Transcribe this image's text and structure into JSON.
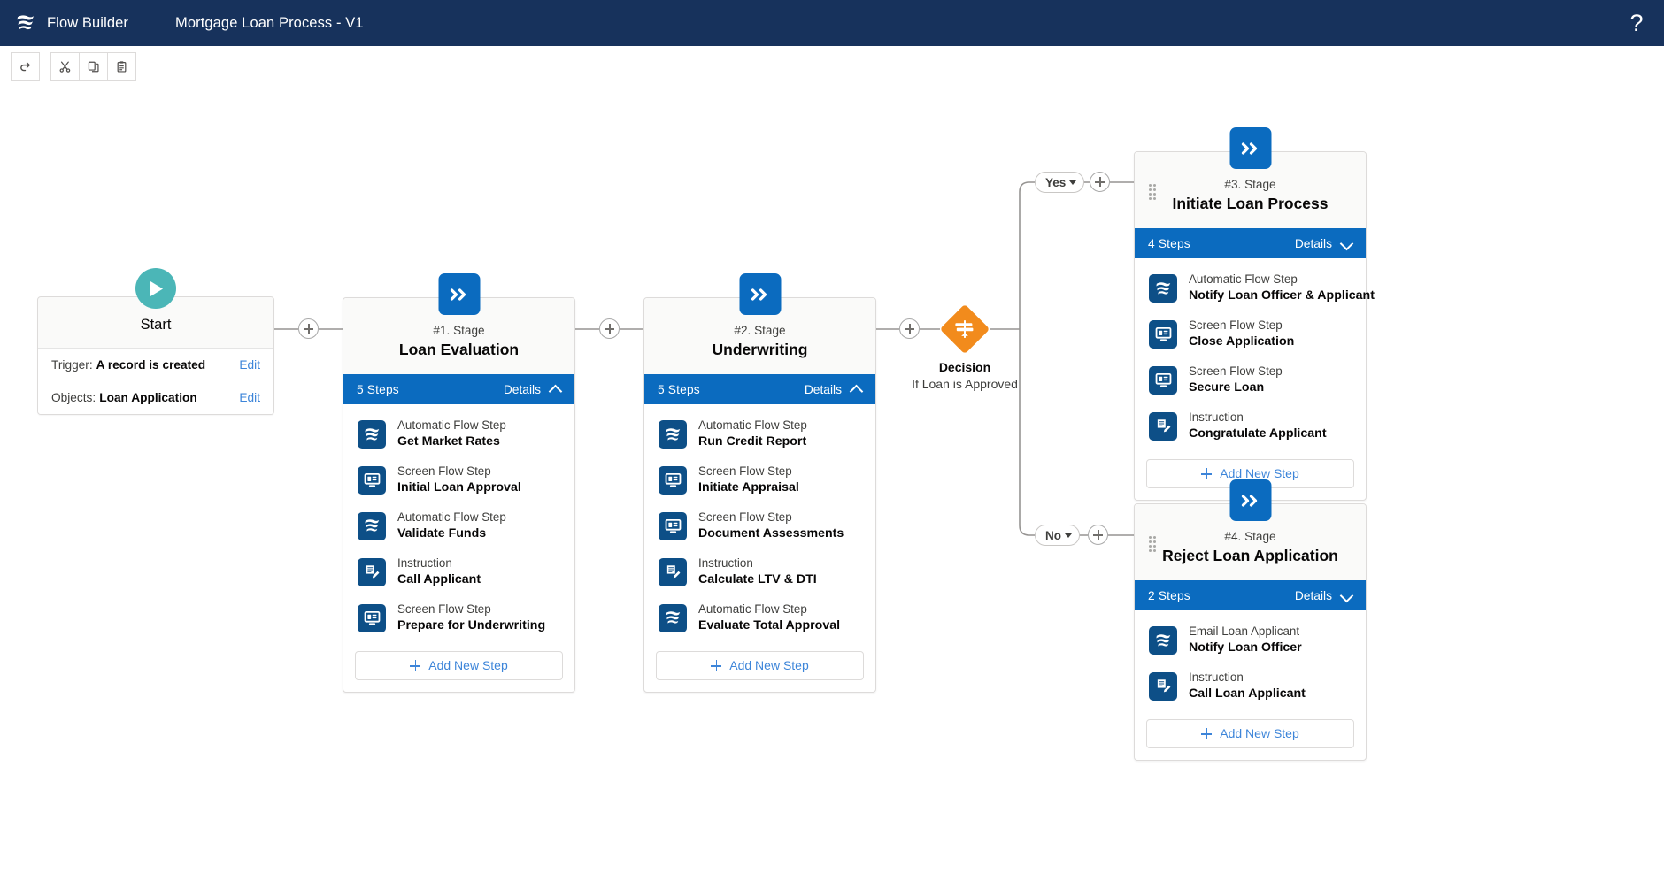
{
  "header": {
    "brand_label": "Flow Builder",
    "brand_icon": "salesforce-flow-logo",
    "flow_title": "Mortgage Loan Process - V1",
    "help_label": "?",
    "brand_bg": "#17325c"
  },
  "toolbar": {
    "buttons": [
      {
        "name": "redo-button",
        "icon": "redo-icon",
        "label": "Redo"
      },
      {
        "name": "cut-button",
        "icon": "scissors-icon",
        "label": "Cut"
      },
      {
        "name": "copy-button",
        "icon": "copy-icon",
        "label": "Copy"
      },
      {
        "name": "paste-button",
        "icon": "clipboard-icon",
        "label": "Paste"
      }
    ]
  },
  "colors": {
    "stage_blue": "#0b6bbf",
    "step_icon_blue": "#0d4f87",
    "decision_orange": "#f28b1c",
    "start_teal": "#4bb6b7",
    "link_blue": "#3d85d9"
  },
  "canvas": {
    "start": {
      "icon": "play-icon",
      "label": "Start",
      "rows": [
        {
          "key": "Trigger:",
          "value": "A record is created",
          "action": "Edit"
        },
        {
          "key": "Objects:",
          "value": "Loan Application",
          "action": "Edit"
        }
      ]
    },
    "decision": {
      "icon": "decision-signpost-icon",
      "title": "Decision",
      "subtitle": "If Loan is Approved",
      "branches": [
        {
          "label": "Yes",
          "name": "branch-pill-yes"
        },
        {
          "label": "No",
          "name": "branch-pill-no"
        }
      ]
    },
    "stages": [
      {
        "icon": "stage-chevrons-icon",
        "number": "#1. Stage",
        "name": "Loan Evaluation",
        "steps_count": "5 Steps",
        "details_label": "Details",
        "expanded": true,
        "chevron": "chevron-up-icon",
        "has_drag_handle": false,
        "add_step_label": "Add New Step",
        "steps": [
          {
            "type": "Automatic Flow Step",
            "name": "Get Market Rates",
            "icon": "automatic-flow-step-icon"
          },
          {
            "type": "Screen Flow Step",
            "name": "Initial Loan Approval",
            "icon": "screen-flow-step-icon"
          },
          {
            "type": "Automatic Flow Step",
            "name": "Validate Funds",
            "icon": "automatic-flow-step-icon"
          },
          {
            "type": "Instruction",
            "name": "Call Applicant",
            "icon": "instruction-icon"
          },
          {
            "type": "Screen Flow Step",
            "name": "Prepare for Underwriting",
            "icon": "screen-flow-step-icon"
          }
        ]
      },
      {
        "icon": "stage-chevrons-icon",
        "number": "#2. Stage",
        "name": "Underwriting",
        "steps_count": "5 Steps",
        "details_label": "Details",
        "expanded": true,
        "chevron": "chevron-up-icon",
        "has_drag_handle": false,
        "add_step_label": "Add New Step",
        "steps": [
          {
            "type": "Automatic Flow Step",
            "name": "Run Credit Report",
            "icon": "automatic-flow-step-icon"
          },
          {
            "type": "Screen Flow Step",
            "name": "Initiate Appraisal",
            "icon": "screen-flow-step-icon"
          },
          {
            "type": "Screen Flow Step",
            "name": "Document Assessments",
            "icon": "screen-flow-step-icon"
          },
          {
            "type": "Instruction",
            "name": "Calculate LTV & DTI",
            "icon": "instruction-icon"
          },
          {
            "type": "Automatic Flow Step",
            "name": "Evaluate Total Approval",
            "icon": "automatic-flow-step-icon"
          }
        ]
      },
      {
        "icon": "stage-chevrons-icon",
        "number": "#3. Stage",
        "name": "Initiate Loan Process",
        "steps_count": "4 Steps",
        "details_label": "Details",
        "expanded": true,
        "chevron": "chevron-down-icon",
        "has_drag_handle": true,
        "add_step_label": "Add New Step",
        "steps": [
          {
            "type": "Automatic Flow Step",
            "name": "Notify Loan Officer & Applicant",
            "icon": "automatic-flow-step-icon"
          },
          {
            "type": "Screen Flow Step",
            "name": "Close Application",
            "icon": "screen-flow-step-icon"
          },
          {
            "type": "Screen Flow Step",
            "name": "Secure Loan",
            "icon": "screen-flow-step-icon"
          },
          {
            "type": "Instruction",
            "name": "Congratulate Applicant",
            "icon": "instruction-icon"
          }
        ]
      },
      {
        "icon": "stage-chevrons-icon",
        "number": "#4. Stage",
        "name": "Reject Loan Application",
        "steps_count": "2 Steps",
        "details_label": "Details",
        "expanded": true,
        "chevron": "chevron-down-icon",
        "has_drag_handle": true,
        "add_step_label": "Add New Step",
        "steps": [
          {
            "type": "Email Loan Applicant",
            "name": "Notify Loan Officer",
            "icon": "automatic-flow-step-icon"
          },
          {
            "type": "Instruction",
            "name": "Call Loan Applicant",
            "icon": "instruction-icon"
          }
        ]
      }
    ]
  }
}
